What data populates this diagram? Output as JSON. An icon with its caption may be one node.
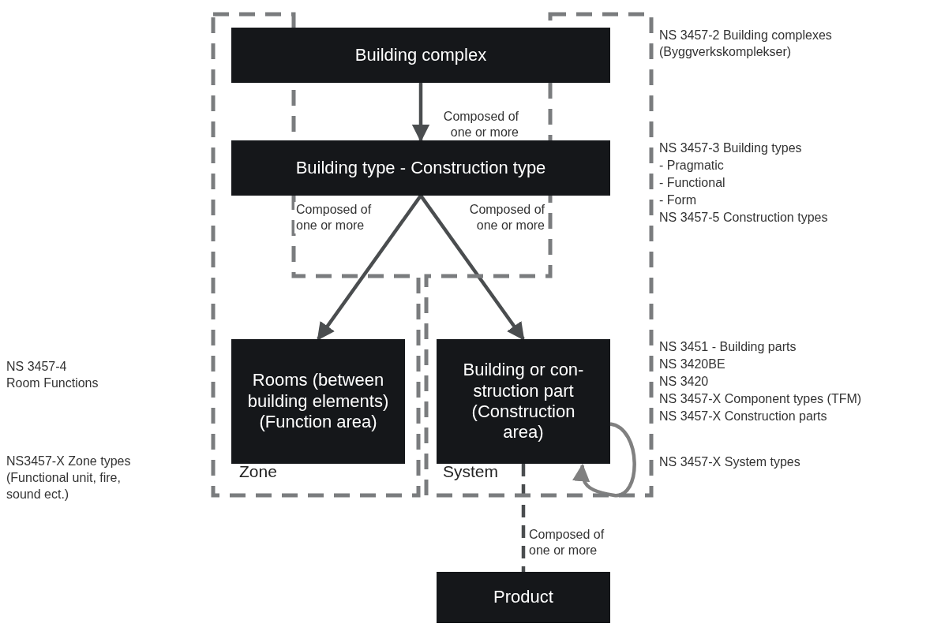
{
  "diagram": {
    "nodes": [
      {
        "text": [
          "Zone"
        ]
      },
      {
        "text": [
          "System"
        ]
      },
      {
        "text": [
          "Building complex"
        ]
      },
      {
        "text": [
          "Building type - Construction type"
        ]
      },
      {
        "text": [
          "Rooms (between building elements) (Function area)"
        ],
        "in": 0
      },
      {
        "text": [
          "Building or con- struction part (Construction area)"
        ],
        "in": 1
      },
      {
        "text": [
          "Product"
        ]
      }
    ],
    "edges": [
      {
        "from": 2,
        "to": 3,
        "arrow": "to",
        "label": "Composed of one or more"
      },
      {
        "from": 3,
        "to": 4,
        "arrow": "to",
        "label": "Composed of one or more"
      },
      {
        "from": 3,
        "to": 5,
        "arrow": "to",
        "label": "Composed of one or more"
      },
      {
        "from": 5,
        "to": 5,
        "arrow": "to",
        "color": "#808080"
      },
      {
        "from": 5,
        "to": 6,
        "arrow": "none",
        "style": "dashed",
        "label": "Composed of one or more"
      }
    ],
    "labels": [
      "NS 3457-2 Building complexes (Byggverkskomplekser)",
      "NS 3457-3 Building types",
      "- Pragmatic",
      "- Functional",
      "- Form",
      "NS 3457-5 Construction types",
      "NS 3457-4 Room Functions",
      "NS 3451 - Building parts",
      "NS 3420BE",
      "NS 3420",
      "NS 3457-X Component types (TFM)",
      "NS 3457-X Construction parts",
      "NS 3457-X System types",
      "NS3457-X Zone types (Functional unit, fire, sound ect.)"
    ]
  }
}
